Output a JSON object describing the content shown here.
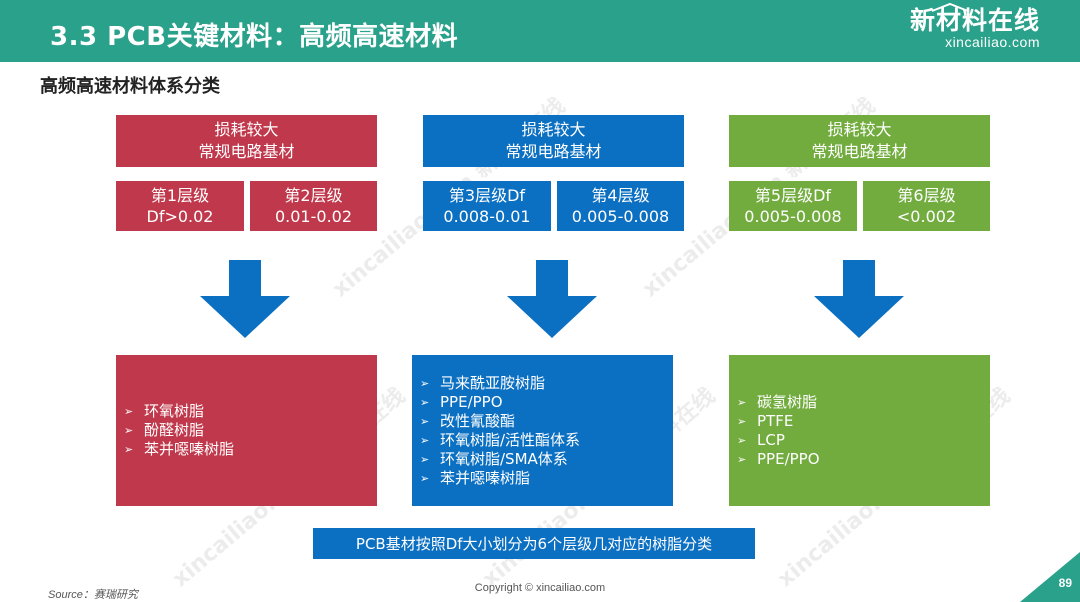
{
  "header": {
    "title": "3.3 PCB关键材料：高频高速材料",
    "logo_main": "新材料在线",
    "logo_sub": "xincailiao.com"
  },
  "subtitle": "高频高速材料体系分类",
  "columns": [
    {
      "color": "#c0384b",
      "top_line1": "损耗较大",
      "top_line2": "常规电路基材",
      "levels": [
        {
          "line1": "第1层级",
          "line2": "Df>0.02"
        },
        {
          "line1": "第2层级",
          "line2": "0.01-0.02"
        }
      ],
      "resins": [
        "环氧树脂",
        "酚醛树脂",
        "苯并噁嗪树脂"
      ]
    },
    {
      "color": "#0b6fc2",
      "top_line1": "损耗较大",
      "top_line2": "常规电路基材",
      "levels": [
        {
          "line1": "第3层级Df",
          "line2": "0.008-0.01"
        },
        {
          "line1": "第4层级",
          "line2": "0.005-0.008"
        }
      ],
      "resins": [
        "马来酰亚胺树脂",
        "PPE/PPO",
        "改性氰酸酯",
        "环氧树脂/活性酯体系",
        "环氧树脂/SMA体系",
        "苯并噁嗪树脂"
      ]
    },
    {
      "color": "#72ac3f",
      "top_line1": "损耗较大",
      "top_line2": "常规电路基材",
      "levels": [
        {
          "line1": "第5层级Df",
          "line2": "0.005-0.008"
        },
        {
          "line1": "第6层级",
          "line2": "<0.002"
        }
      ],
      "resins": [
        "碳氢树脂",
        "PTFE",
        "LCP",
        "PPE/PPO"
      ]
    }
  ],
  "summary": "PCB基材按照Df大小划分为6个层级几对应的树脂分类",
  "source": "Source：赛瑞研究",
  "copyright": "Copyright © xincailiao.com",
  "page_number": "89",
  "bullet_symbol": "➢",
  "watermark_text": "xincailiao.com 新材料在线"
}
